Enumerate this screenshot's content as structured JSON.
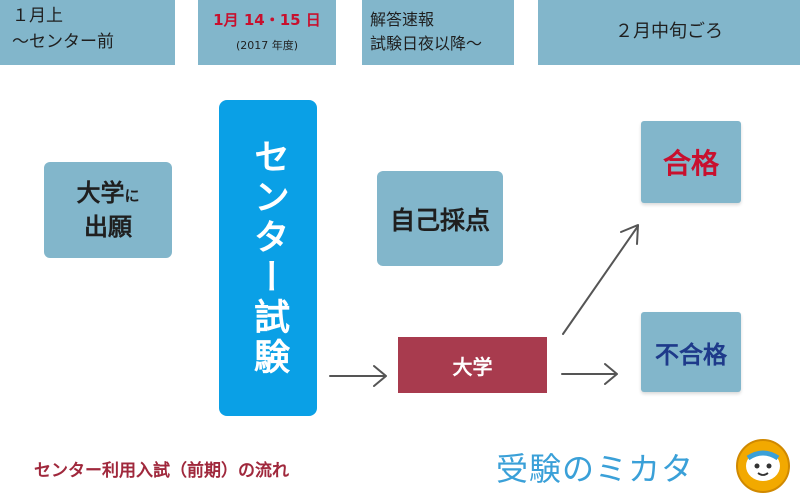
{
  "header": {
    "col1": {
      "line1": "１月上",
      "line2": "〜センター前"
    },
    "col2": {
      "line1": "1月 14・15 日",
      "line2": "(2017 年度)"
    },
    "col3": {
      "line1": "解答速報",
      "line2": "試験日夜以降〜"
    },
    "col4": {
      "line1": "２月中旬ごろ"
    }
  },
  "nodes": {
    "apply": {
      "line1": "大学",
      "small": "に",
      "line2": "出願"
    },
    "center_exam": {
      "label": "センター試験"
    },
    "self_score": {
      "label": "自己採点"
    },
    "university": {
      "label": "大学"
    },
    "pass": {
      "label": "合格"
    },
    "fail": {
      "label": "不合格"
    }
  },
  "caption": "センター利用入試（前期）の流れ",
  "logo": {
    "text": "受験のミカタ"
  },
  "colors": {
    "header_bg": "#82b6cb",
    "center_exam_bg": "#0aa0e6",
    "university_bg": "#a83b4e",
    "pass_text": "#c8102e",
    "fail_text": "#1e3a8a",
    "caption_text": "#a0283c",
    "arrow": "#555555"
  }
}
